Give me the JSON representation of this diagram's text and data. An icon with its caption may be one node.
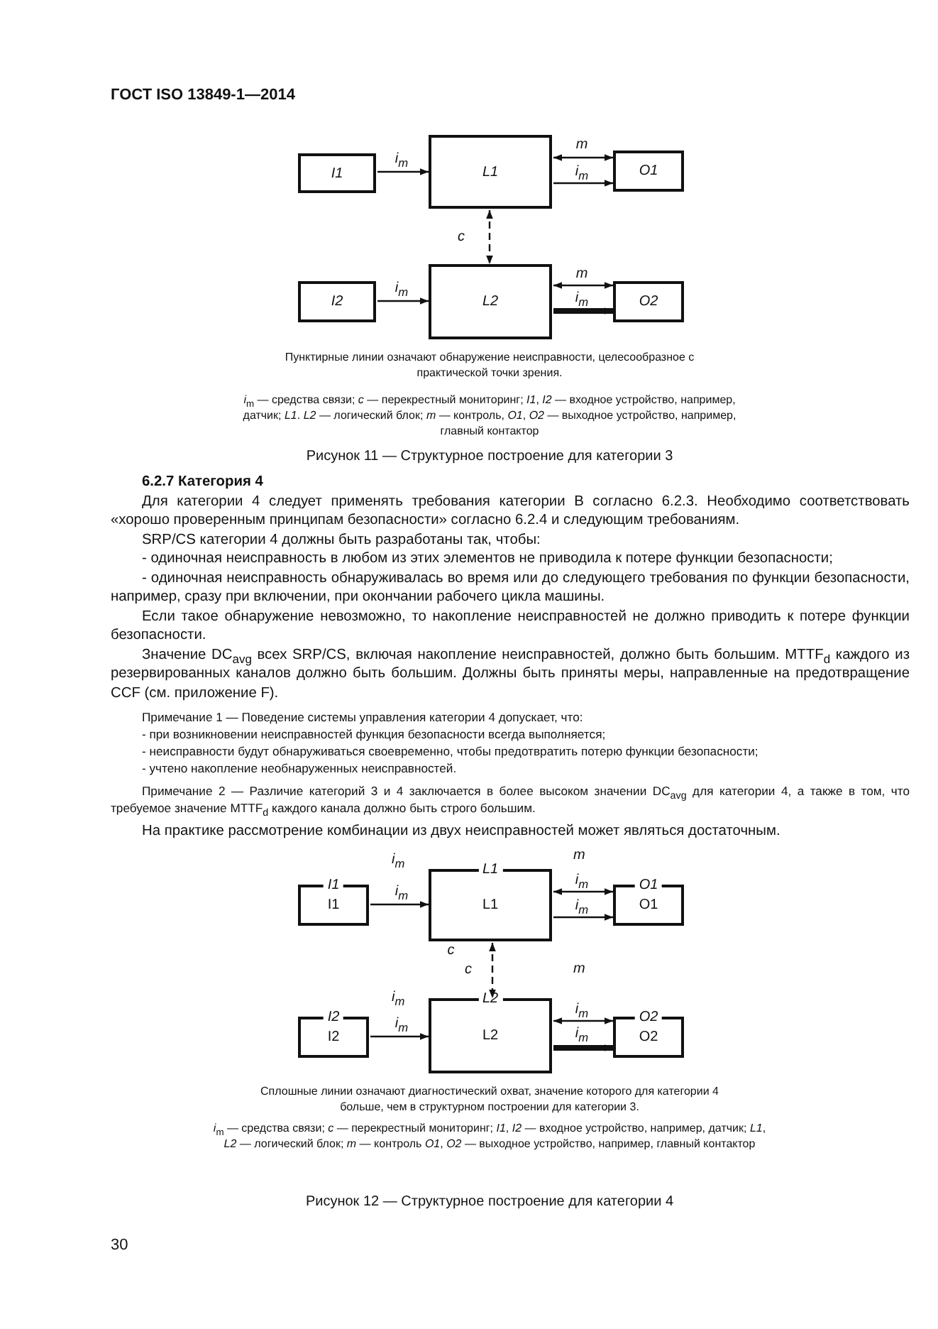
{
  "diagram": {
    "nodes": [
      {
        "text": [
          "*I1*"
        ]
      },
      {
        "text": [
          "*L1*"
        ]
      },
      {
        "text": [
          "*O1*"
        ]
      },
      {
        "text": [
          "*I2*"
        ]
      },
      {
        "text": [
          "*L2*"
        ]
      },
      {
        "text": [
          "*O2*"
        ]
      },
      {
        "text": [
          "*I1*",
          "I1"
        ]
      },
      {
        "text": [
          "*L1*",
          "L1"
        ],
        "beside": [
          "*c*"
        ]
      },
      {
        "text": [
          "*O1*",
          "O1"
        ]
      },
      {
        "text": [
          "*I2*",
          "I2"
        ]
      },
      {
        "text": [
          "*L2*",
          "L2"
        ]
      },
      {
        "text": [
          "*O2*",
          "O2"
        ]
      }
    ],
    "edges": [
      {
        "from": 0,
        "to": 1,
        "arrow": "to",
        "label": "*i*$_{m}$"
      },
      {
        "from": 1,
        "to": 2,
        "arrow": "both",
        "label": "*m*"
      },
      {
        "from": 1,
        "to": 2,
        "arrow": "to",
        "label": "*i*$_{m}$"
      },
      {
        "from": 1,
        "to": 4,
        "arrow": "both",
        "style": "dashed",
        "label": "*c*"
      },
      {
        "from": 3,
        "to": 4,
        "arrow": "to",
        "label": "*i*$_{m}$"
      },
      {
        "from": 4,
        "to": 5,
        "arrow": "both",
        "label": "*m*"
      },
      {
        "from": 4,
        "to": 5,
        "arrow": "to",
        "style": "thick",
        "label": "*i*$_{m}$"
      },
      {
        "from": 6,
        "to": 7,
        "arrow": "to",
        "label": "*i*$_{m}$"
      },
      {
        "from": 7,
        "to": 8,
        "arrow": "both",
        "label": "*i*$_{m}$"
      },
      {
        "from": 7,
        "to": 8,
        "arrow": "to",
        "label": "*i*$_{m}$"
      },
      {
        "from": 7,
        "to": 10,
        "arrow": "both",
        "style": "dashed",
        "label": "*c*"
      },
      {
        "from": 9,
        "to": 10,
        "arrow": "to",
        "label": "*i*$_{m}$"
      },
      {
        "from": 10,
        "to": 11,
        "arrow": "both",
        "label": "*i*$_{m}$"
      },
      {
        "from": 10,
        "to": 11,
        "arrow": "to",
        "style": "thick",
        "label": "*i*$_{m}$"
      }
    ],
    "labels": [
      "ГОСТ ISO 13849-1—2014",
      "Пунктирные линии означают обнаружение неисправности, целесообразное с практической точки зрения.",
      "*i*$_{m}$ — средства связи; *c* — перекрестный мониторинг; *I1*, *I2* — входное устройство, например, датчик; *L1*. *L2* — логический блок; *m* — контроль, *O1*, *O2* — выходное устройство, например, главный контактор",
      "Рисунок 11 — Структурное построение для категории 3",
      "6.2.7 Категория 4",
      "Для категории 4 следует применять требования категории В согласно 6.2.3. Необходимо соответствовать «хорошо проверенным принципам безопасности» согласно 6.2.4 и следующим требованиям.",
      "SRP/CS категории 4 должны быть разработаны так, чтобы:",
      "- одиночная неисправность в любом из этих элементов не приводила к потере функции безопасности;",
      "- одиночная неисправность обнаруживалась во время или до следующего требования по функции безопасности, например, сразу при включении, при окончании рабочего цикла машины.",
      "Если такое обнаружение невозможно, то накопление неисправностей не должно приводить к потере функции безопасности.",
      "Значение DC$_{avg}$ всех SRP/CS, включая накопление неисправностей, должно быть большим. MTTF$_{d}$ каждого из резервированных каналов должно быть большим. Должны быть приняты меры, направленные на предотвращение CCF (см. приложение F).",
      "Примечание 1 — Поведение системы управления категории 4 допускает, что:",
      "- при возникновении неисправностей функция безопасности всегда выполняется;",
      "- неисправности будут обнаруживаться своевременно, чтобы предотвратить потерю функции безопасности;",
      "- учтено накопление необнаруженных неисправностей.",
      "Примечание 2 — Различие категорий 3 и 4 заключается в более высоком значении DC$_{avg}$ для категории 4, а также в том, что требуемое значение MTTF$_{d}$ каждого канала должно быть строго большим.",
      "На практике рассмотрение комбинации из двух неисправностей может являться достаточным.",
      "*i*$_{m}$",
      "*m*",
      "*i*$_{m}$",
      "*m*",
      "Сплошные линии означают диагностический охват, значение которого для категории 4 больше, чем в структурном построении для категории 3.",
      "*i*$_{m}$ — средства связи; *c* — перекрестный мониторинг; *I1*, *I2* — входное устройство, например, датчик; *L1*, *L2* — логический блок; *m* — контроль *O1*, *O2* — выходное устройство, например, главный контактор",
      "Рисунок 12 — Структурное построение для категории 4",
      "30"
    ]
  }
}
